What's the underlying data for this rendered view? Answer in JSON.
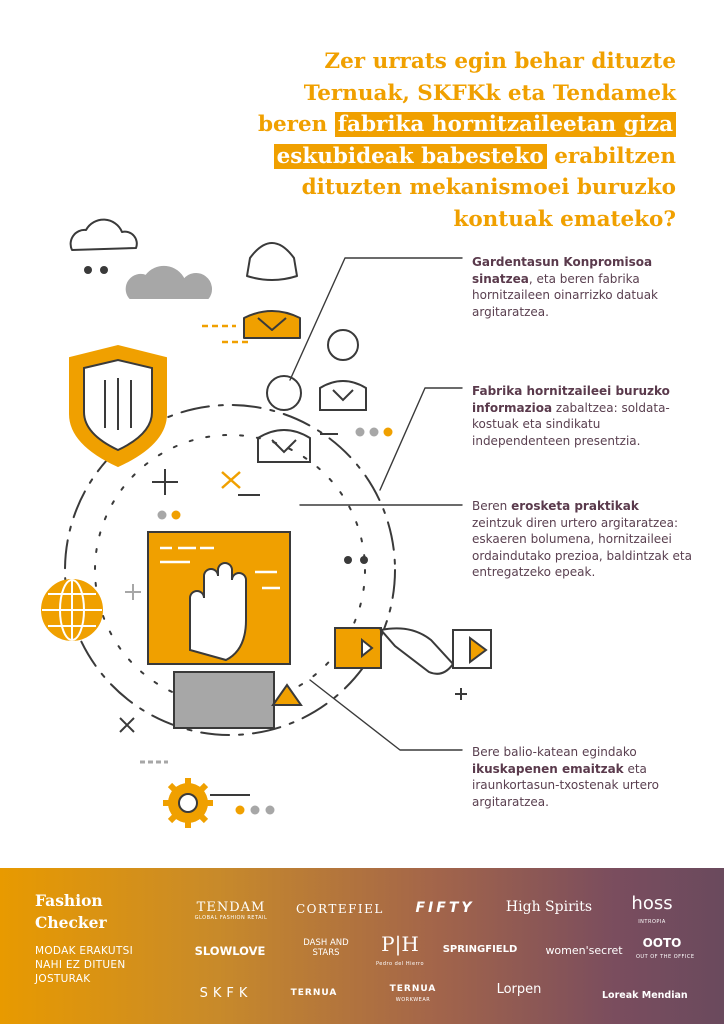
{
  "title": {
    "part1": "Zer urrats egin behar dituzte Ternuak, SKFKk eta Tendamek beren",
    "highlight1": "fabrika hornitzaileetan giza",
    "highlight2": "eskubideak babesteko",
    "part2": "erabiltzen dituzten mekanismoei buruzko kontuak emateko?"
  },
  "notes": [
    {
      "pre": "",
      "bold": "Gardentasun Konpromisoa sinatzea",
      "post": ", eta beren fabrika hornitzaileen oinarrizko datuak argitaratzea."
    },
    {
      "pre": "",
      "bold": "Fabrika hornitzaileei buruzko informazioa",
      "post": " zabaltzea: soldata-kostuak eta sindikatu independenteen presentzia."
    },
    {
      "pre": "Beren ",
      "bold": "erosketa praktikak",
      "post": " zeintzuk diren urtero argitaratzea: eskaeren bolumena, hornitzaileei ordaindutako prezioa, baldintzak eta entregatzeko epeak."
    },
    {
      "pre": "Bere balio-katean egindako ",
      "bold": "ikuskapenen emaitzak",
      "post": " eta iraunkortasun-txostenak urtero argitaratzea."
    }
  ],
  "footer": {
    "brand": "Fashion Checker",
    "tagline": "MODAK ERAKUTSI NAHI EZ DITUEN JOSTURAK",
    "logos": {
      "tendam": "TENDAM",
      "tendam_sub": "GLOBAL FASHION RETAIL",
      "cortefiel": "CORTEFIEL",
      "fifty": "FIFTY",
      "high_spirits": "High Spirits",
      "hoss": "hoss",
      "hoss_sub": "INTROPIA",
      "slowlove": "SLOWLOVE",
      "dash": "DASH AND STARS",
      "ph": "P|H",
      "ph_sub": "Pedro del Hierro",
      "springfield": "SPRINGFIELD",
      "womensecret": "women'secret",
      "ooto": "OOTO",
      "ooto_sub": "OUT OF THE OFFICE",
      "skfk": "SKFK",
      "ternua": "TERNUA",
      "ternua_workwear": "TERNUA",
      "ternua_workwear_sub": "WORKWEAR",
      "lorpen": "Lorpen",
      "loreak": "Loreak Mendian"
    }
  },
  "colors": {
    "accent": "#f0a000",
    "outline": "#3a3a3a",
    "grey": "#a7a7a7",
    "text": "#5a4050"
  }
}
